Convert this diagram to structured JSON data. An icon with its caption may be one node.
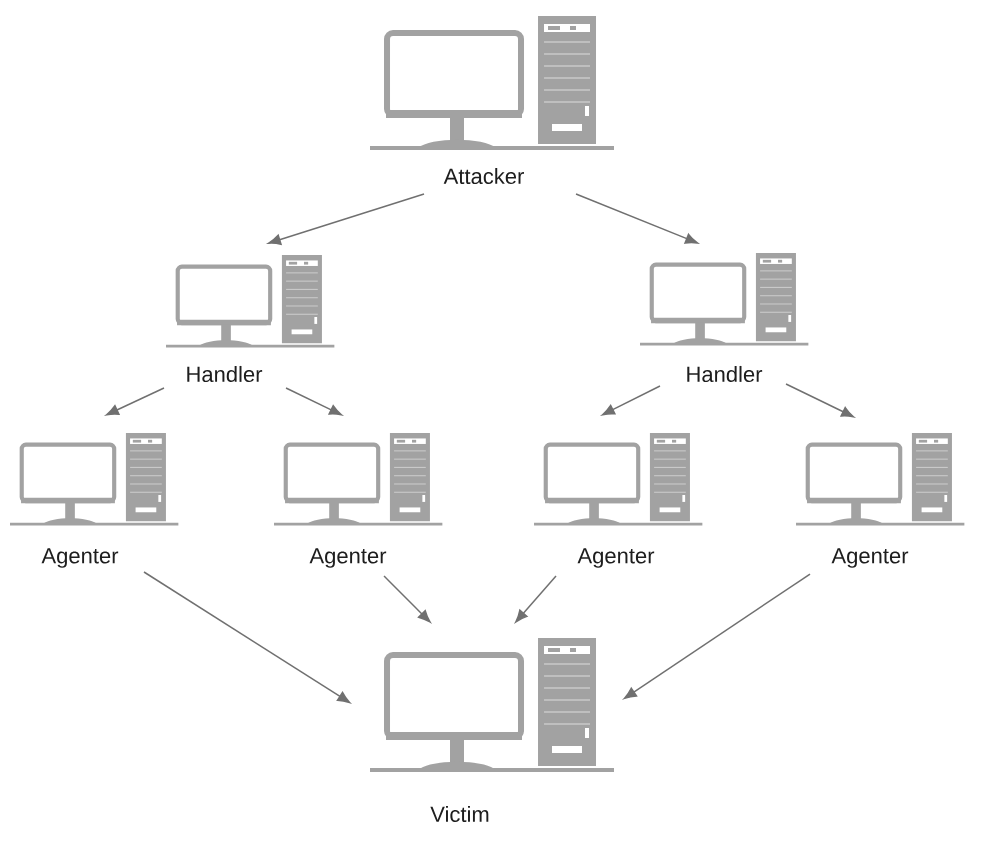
{
  "diagram": {
    "nodes": [
      {
        "text": [
          "Attacker"
        ]
      },
      {
        "text": [
          "Handler"
        ]
      },
      {
        "text": [
          "Handler"
        ]
      },
      {
        "text": [
          "Agenter"
        ]
      },
      {
        "text": [
          "Agenter"
        ]
      },
      {
        "text": [
          "Agenter"
        ]
      },
      {
        "text": [
          "Agenter"
        ]
      },
      {
        "text": [
          "Victim"
        ]
      }
    ],
    "edges": [
      {
        "from": 0,
        "to": 1,
        "arrow": "to"
      },
      {
        "from": 0,
        "to": 2,
        "arrow": "to"
      },
      {
        "from": 1,
        "to": 3,
        "arrow": "to"
      },
      {
        "from": 1,
        "to": 4,
        "arrow": "to"
      },
      {
        "from": 2,
        "to": 5,
        "arrow": "to"
      },
      {
        "from": 2,
        "to": 6,
        "arrow": "to"
      },
      {
        "from": 3,
        "to": 7,
        "arrow": "to"
      },
      {
        "from": 4,
        "to": 7,
        "arrow": "to"
      },
      {
        "from": 5,
        "to": 7,
        "arrow": "to"
      },
      {
        "from": 6,
        "to": 7,
        "arrow": "to"
      }
    ]
  }
}
